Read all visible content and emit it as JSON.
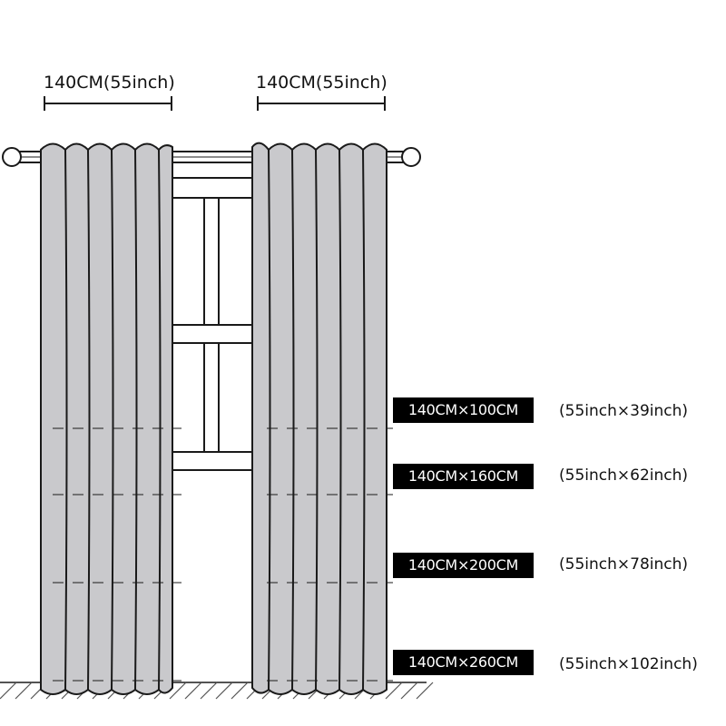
{
  "panel_widths": [
    "140CM(55inch)",
    "140CM(55inch)"
  ],
  "sizes": [
    {
      "metric": "140CM×100CM",
      "imperial": "(55inch×39inch)"
    },
    {
      "metric": "140CM×160CM",
      "imperial": "(55inch×62inch)"
    },
    {
      "metric": "140CM×200CM",
      "imperial": "(55inch×78inch)"
    },
    {
      "metric": "140CM×260CM",
      "imperial": "(55inch×102inch)"
    }
  ],
  "colors": {
    "curtain": "#c9c9cc",
    "outline": "#1a1a1a",
    "badge": "#000000",
    "floor_hatch": "#555555"
  }
}
